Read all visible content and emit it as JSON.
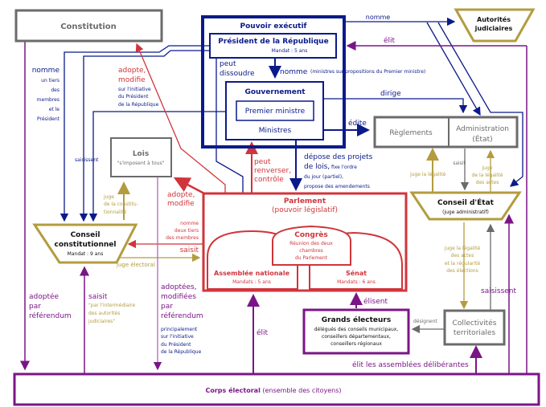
{
  "colors": {
    "executive": "#0b1a8a",
    "legislative": "#d0353b",
    "electorate": "#7b1587",
    "judicial": "#b39c3f",
    "neutral": "#6b6b6b"
  },
  "nodes": {
    "constitution": "Constitution",
    "executive": {
      "title": "Pouvoir exécutif",
      "president": "Président de la République",
      "president_term": "Mandat : 5 ans",
      "government": "Gouvernement",
      "prime_minister": "Premier ministre",
      "ministers": "Ministres"
    },
    "judicial_authorities": [
      "Autorités",
      "judiciaires"
    ],
    "regulations": "Règlements",
    "administration": [
      "Administration",
      "(État)"
    ],
    "council_of_state": {
      "title": "Conseil d'État",
      "subtitle": "(juge administratif)"
    },
    "laws": {
      "title": "Lois",
      "subtitle": "\"s'imposent à tous\""
    },
    "constitutional_council": {
      "title": [
        "Conseil",
        "constitutionnel"
      ],
      "term": "Mandat : 9 ans"
    },
    "parliament": {
      "title": "Parlement",
      "subtitle": "(pouvoir législatif)",
      "congress": "Congrès",
      "congress_desc": [
        "Réunion des deux",
        "chambres",
        "du Parlement"
      ],
      "assembly": "Assemblée nationale",
      "assembly_term": "Mandats : 5 ans",
      "senate": "Sénat",
      "senate_term": "Mandats : 6 ans"
    },
    "grand_electors": {
      "title": "Grands électeurs",
      "desc": [
        "délégués des conseils municipaux,",
        "conseillers départementaux,",
        "conseillers régionaux"
      ]
    },
    "local_authorities": [
      "Collectivités",
      "territoriales"
    ],
    "electorate": {
      "title": "Corps électoral",
      "subtitle": " (ensemble des citoyens)"
    }
  },
  "edges": {
    "nomme_judges": "nomme",
    "elit_president": "élit",
    "peut_dissoudre": [
      "peut",
      "dissoudre"
    ],
    "nomme_ministers": "nomme",
    "nomme_ministers_note": "(ministres sur propositions du Premier ministre)",
    "dirige": "dirige",
    "edite": "édite",
    "depose": [
      "dépose des projets",
      "de lois,"
    ],
    "depose_note": [
      "fixe l'ordre",
      "du jour (partiel),",
      "propose des amendements"
    ],
    "peut_renverser": [
      "peut",
      "renverser,",
      "contrôle"
    ],
    "nomme_cc": [
      "nomme",
      "un tiers",
      "des",
      "membres",
      "et le",
      "Président"
    ],
    "adopte_constitution": [
      "adopte,",
      "modifie"
    ],
    "adopte_constitution_note": [
      "sur l'initiative",
      "du Président",
      "de la République"
    ],
    "saisissent_cc": "saisissent",
    "adopte_lois": [
      "adopte,",
      "modifie"
    ],
    "juge_constitutionnalite": [
      "juge",
      "de la constitu-",
      "tionnalité"
    ],
    "nomme_deux_tiers": [
      "nomme",
      "deux tiers",
      "des membres"
    ],
    "saisit_cc": "saisit",
    "juge_electoral": "juge électoral",
    "juge_legalite": "juge la légalité",
    "saisit_ce": "saisit",
    "juge_legalite_actes": [
      "juge",
      "de la légalité",
      "des actes"
    ],
    "juge_legalite_elections": [
      "juge la légalité",
      "des actes",
      "et la régularité",
      "des élections"
    ],
    "saisissent_ce": "saisissent",
    "adoptee_referendum": [
      "adoptée",
      "par",
      "référendum"
    ],
    "saisit_citoyens": "saisit",
    "saisit_citoyens_note": [
      "\"par l'intermédiaire",
      "des autorités",
      "judiciaires\""
    ],
    "adoptees_referendum": [
      "adoptées,",
      "modifiées",
      "par",
      "référendum"
    ],
    "adoptees_note": [
      "principalement",
      "sur l'initiative",
      "du Président",
      "de la République"
    ],
    "elit_assemblee": "élit",
    "elisent": "élisent",
    "designent": "désignent",
    "elit_assemblees": "élit les assemblées délibérantes"
  }
}
